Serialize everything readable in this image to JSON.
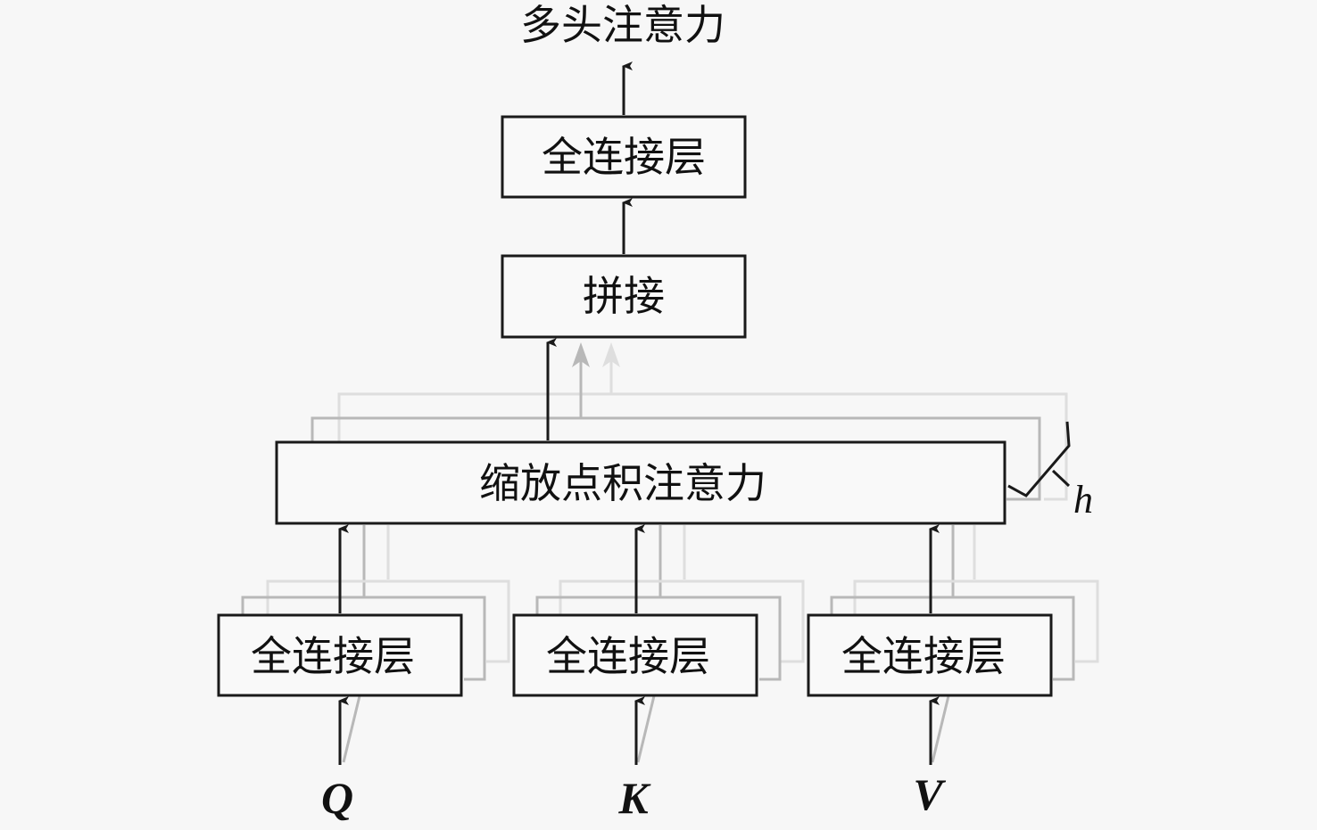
{
  "diagram": {
    "title": "多头注意力",
    "nodes": {
      "output_linear": "全连接层",
      "concat": "拼接",
      "attention": "缩放点积注意力",
      "linear_q": "全连接层",
      "linear_k": "全连接层",
      "linear_v": "全连接层"
    },
    "inputs": {
      "q": "Q",
      "k": "K",
      "v": "V"
    },
    "heads_label": "h",
    "edges": [
      {
        "from": "q",
        "to": "linear_q"
      },
      {
        "from": "k",
        "to": "linear_k"
      },
      {
        "from": "v",
        "to": "linear_v"
      },
      {
        "from": "linear_q",
        "to": "attention"
      },
      {
        "from": "linear_k",
        "to": "attention"
      },
      {
        "from": "linear_v",
        "to": "attention"
      },
      {
        "from": "attention",
        "to": "concat"
      },
      {
        "from": "concat",
        "to": "output_linear"
      },
      {
        "from": "output_linear",
        "to": "title"
      }
    ]
  }
}
